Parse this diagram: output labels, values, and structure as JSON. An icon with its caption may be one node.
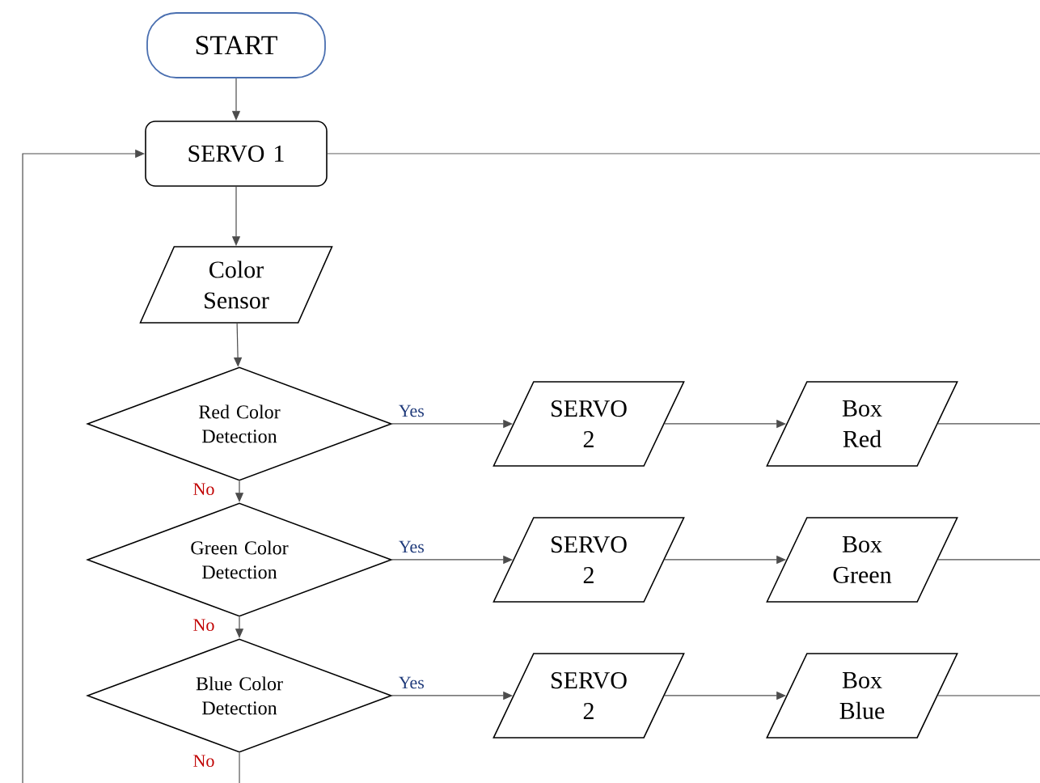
{
  "diagram": {
    "nodes": [
      {
        "text": [
          "START"
        ]
      },
      {
        "text": [
          "SERVO 1"
        ]
      },
      {
        "text": [
          "Color Sensor"
        ]
      },
      {
        "text": [
          "Red Color Detection"
        ]
      },
      {
        "text": [
          "SERVO 2"
        ]
      },
      {
        "text": [
          "Box Red"
        ]
      },
      {
        "text": [
          "Green Color Detection"
        ]
      },
      {
        "text": [
          "SERVO 2"
        ]
      },
      {
        "text": [
          "Box Green"
        ]
      },
      {
        "text": [
          "Blue Color Detection"
        ]
      },
      {
        "text": [
          "SERVO 2"
        ]
      },
      {
        "text": [
          "Box Blue"
        ]
      }
    ],
    "edges": [
      {
        "from": 0,
        "to": 1,
        "arrow": "to"
      },
      {
        "from": 1,
        "to": 2,
        "arrow": "to"
      },
      {
        "from": 2,
        "to": 3,
        "arrow": "to"
      },
      {
        "from": 3,
        "to": 4,
        "arrow": "to",
        "label": "Yes"
      },
      {
        "from": 4,
        "to": 5,
        "arrow": "to"
      },
      {
        "from": 3,
        "to": 6,
        "arrow": "to",
        "label": "No"
      },
      {
        "from": 6,
        "to": 7,
        "arrow": "to",
        "label": "Yes"
      },
      {
        "from": 7,
        "to": 8,
        "arrow": "to"
      },
      {
        "from": 6,
        "to": 9,
        "arrow": "to",
        "label": "No"
      },
      {
        "from": 9,
        "to": 10,
        "arrow": "to",
        "label": "Yes"
      },
      {
        "from": 10,
        "to": 11,
        "arrow": "to"
      },
      {
        "from": 9,
        "to": null,
        "arrow": "none",
        "label": "No"
      },
      {
        "from": 5,
        "to": null,
        "arrow": "none"
      },
      {
        "from": 8,
        "to": null,
        "arrow": "none"
      },
      {
        "from": 11,
        "to": null,
        "arrow": "none"
      },
      {
        "from": 1,
        "to": null,
        "arrow": "none"
      },
      {
        "from": null,
        "to": 1,
        "arrow": "to"
      }
    ]
  }
}
